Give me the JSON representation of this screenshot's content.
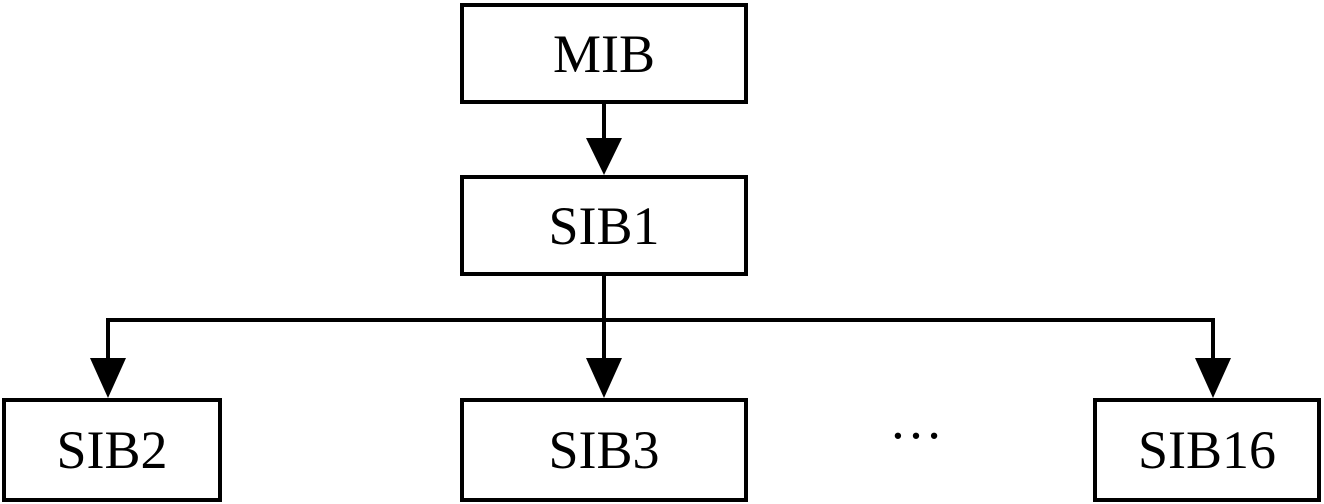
{
  "diagram": {
    "nodes": {
      "mib": "MIB",
      "sib1": "SIB1",
      "sib2": "SIB2",
      "sib3": "SIB3",
      "sib16": "SIB16"
    },
    "ellipsis": "…",
    "colors": {
      "stroke": "#000000",
      "fill": "#ffffff"
    },
    "edges": [
      {
        "from": "MIB",
        "to": "SIB1"
      },
      {
        "from": "SIB1",
        "to": "SIB2"
      },
      {
        "from": "SIB1",
        "to": "SIB3"
      },
      {
        "from": "SIB1",
        "to": "SIB16"
      }
    ]
  }
}
